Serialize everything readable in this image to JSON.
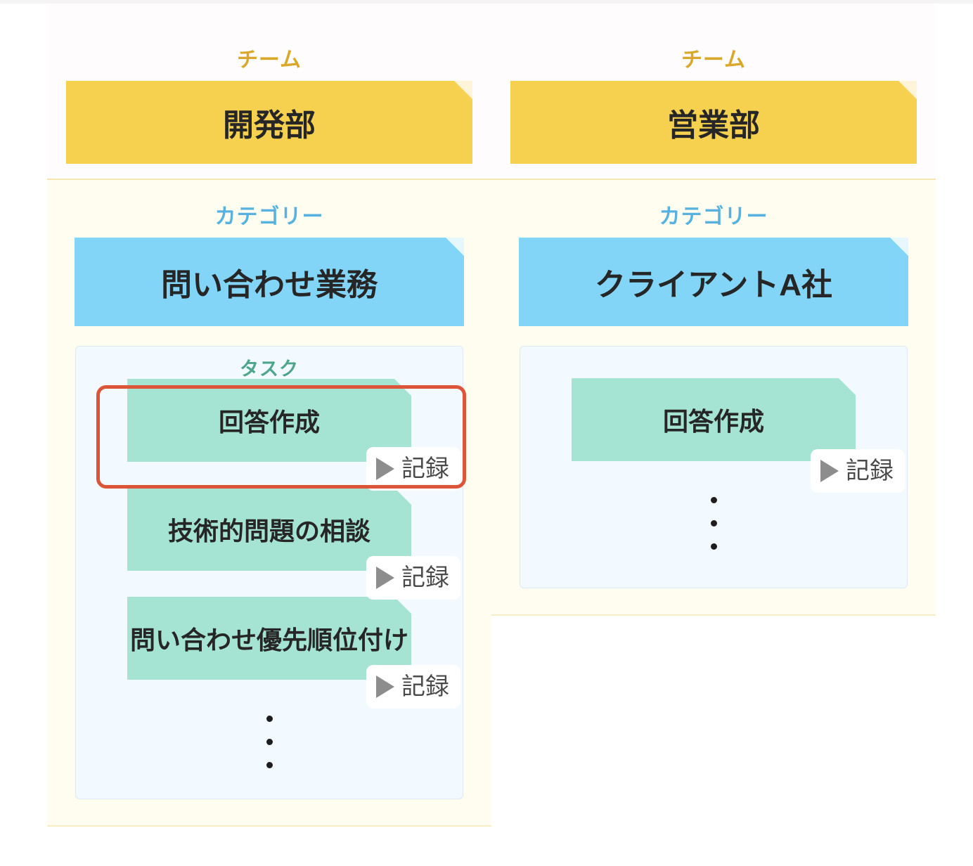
{
  "colors": {
    "team_accent": "#d9a82a",
    "team_card": "#f6d04f",
    "category_accent": "#57b2e0",
    "category_card": "#82d5f7",
    "task_accent": "#4da58c",
    "task_card": "#a5e3d3",
    "panel_bg": "#f3faff",
    "zone_bg": "#fffdf0",
    "highlight": "#dc5538",
    "record_text": "#4a4a4a",
    "play_icon": "#8d8d8d"
  },
  "labels": {
    "team": "チーム",
    "category": "カテゴリー",
    "task": "タスク",
    "record": "記録"
  },
  "columns": [
    {
      "team_name": "開発部",
      "category_name": "問い合わせ業務",
      "show_task_kicker": true,
      "tasks": [
        {
          "name": "回答作成",
          "record": "記録",
          "highlighted": true
        },
        {
          "name": "技術的問題の相談",
          "record": "記録",
          "highlighted": false
        },
        {
          "name": "問い合わせ優先順位付け",
          "record": "記録",
          "highlighted": false
        }
      ],
      "more_indicator": "⋮"
    },
    {
      "team_name": "営業部",
      "category_name": "クライアントA社",
      "show_task_kicker": false,
      "tasks": [
        {
          "name": "回答作成",
          "record": "記録",
          "highlighted": false
        }
      ],
      "more_indicator": "⋮"
    }
  ]
}
